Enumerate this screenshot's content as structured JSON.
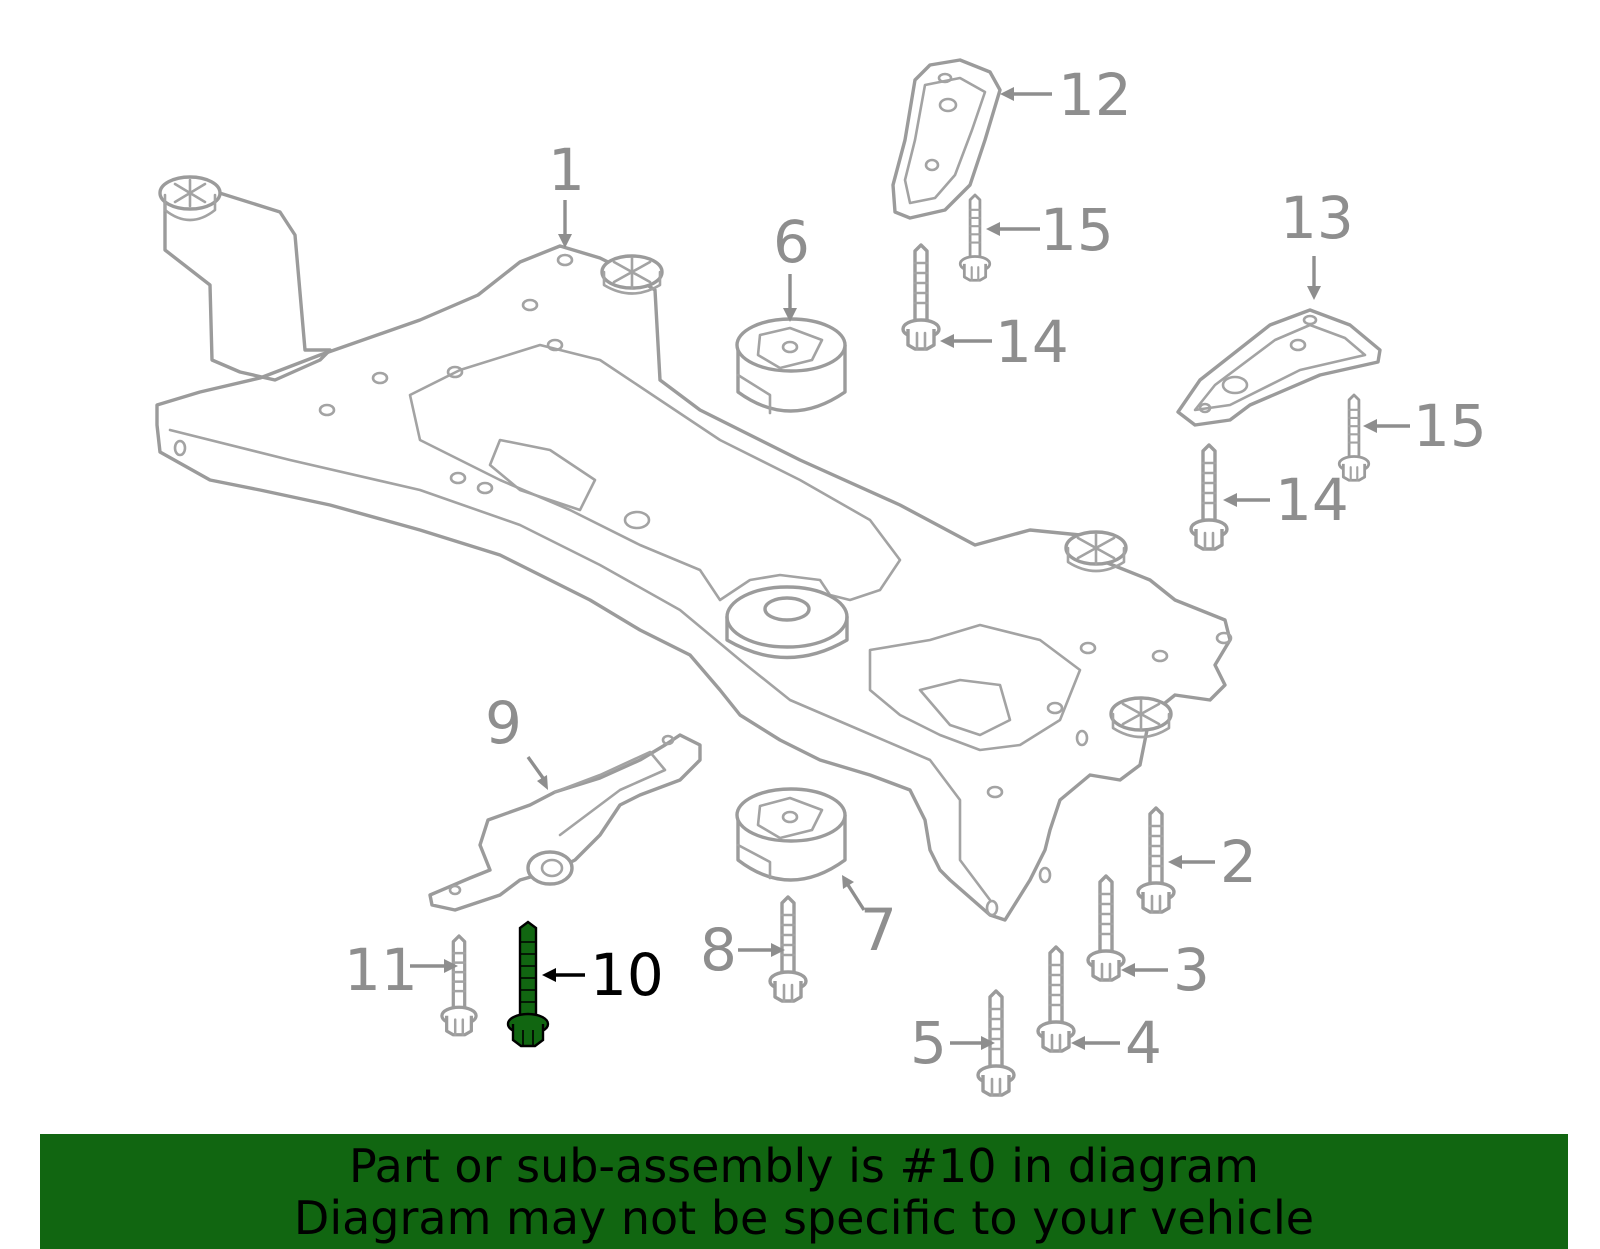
{
  "diagram": {
    "highlight_color": "#116611",
    "callouts": [
      {
        "id": "1",
        "label": "1"
      },
      {
        "id": "2",
        "label": "2"
      },
      {
        "id": "3",
        "label": "3"
      },
      {
        "id": "4",
        "label": "4"
      },
      {
        "id": "5",
        "label": "5"
      },
      {
        "id": "6",
        "label": "6"
      },
      {
        "id": "7",
        "label": "7"
      },
      {
        "id": "8",
        "label": "8"
      },
      {
        "id": "9",
        "label": "9"
      },
      {
        "id": "10",
        "label": "10",
        "highlighted": true
      },
      {
        "id": "11",
        "label": "11"
      },
      {
        "id": "12",
        "label": "12"
      },
      {
        "id": "13",
        "label": "13"
      },
      {
        "id": "14a",
        "label": "14"
      },
      {
        "id": "14b",
        "label": "14"
      },
      {
        "id": "15a",
        "label": "15"
      },
      {
        "id": "15b",
        "label": "15"
      }
    ]
  },
  "banner": {
    "line1": "Part or sub-assembly is #10 in diagram",
    "line2": "Diagram may not be specific to your vehicle",
    "background": "#116611"
  }
}
